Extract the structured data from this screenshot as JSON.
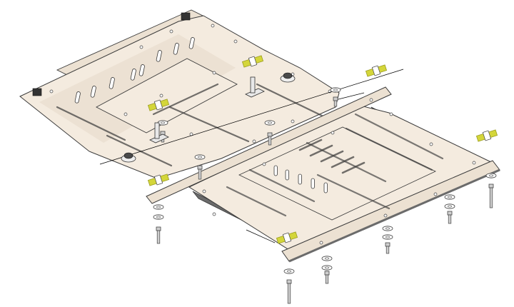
{
  "figure": {
    "background": "#ffffff",
    "colors": {
      "plate_fill": "#f4ebdf",
      "plate_fill_dark": "#e6d9c8",
      "plate_edge": "#3a3a3a",
      "flange_fill": "#ece1d2",
      "rail_dark": "#6b6b6b",
      "clip": "#d4d63a",
      "clip_dark": "#9a9c20",
      "bolt": "#cfcfcf",
      "rubber": "#4a4a4a"
    },
    "parts": {
      "front_plate": "front-skid-plate",
      "rear_plate": "rear-skid-plate",
      "clip_nut": "clip-nut",
      "bolt": "bolt",
      "washer": "washer",
      "bracket": "mounting-bracket",
      "bushing": "rubber-bushing"
    }
  }
}
